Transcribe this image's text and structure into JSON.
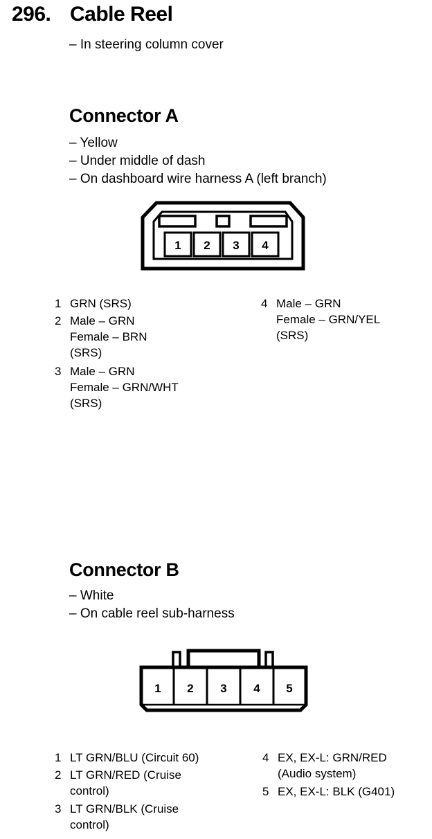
{
  "header": {
    "number": "296.",
    "title": "Cable Reel"
  },
  "location_note": "– In steering column cover",
  "connector_a": {
    "heading": "Connector A",
    "notes": [
      "– Yellow",
      "– Under middle of dash",
      "– On dashboard wire harness A (left branch)"
    ],
    "pin_labels": [
      "1",
      "2",
      "3",
      "4"
    ],
    "pins": [
      {
        "num": "1",
        "lines": [
          "GRN (SRS)"
        ]
      },
      {
        "num": "2",
        "lines": [
          "Male – GRN",
          "Female – BRN",
          "(SRS)"
        ]
      },
      {
        "num": "3",
        "lines": [
          "Male – GRN",
          "Female – GRN/WHT",
          "(SRS)"
        ]
      },
      {
        "num": "4",
        "lines": [
          "Male – GRN",
          "Female – GRN/YEL",
          "(SRS)"
        ]
      }
    ]
  },
  "connector_b": {
    "heading": "Connector B",
    "notes": [
      "– White",
      "– On cable reel sub-harness"
    ],
    "pin_labels": [
      "1",
      "2",
      "3",
      "4",
      "5"
    ],
    "pins": [
      {
        "num": "1",
        "lines": [
          "LT GRN/BLU (Circuit 60)"
        ]
      },
      {
        "num": "2",
        "lines": [
          "LT GRN/RED (Cruise",
          "control)"
        ]
      },
      {
        "num": "3",
        "lines": [
          "LT GRN/BLK (Cruise",
          "control)"
        ]
      },
      {
        "num": "4",
        "lines": [
          "EX, EX-L: GRN/RED",
          "(Audio system)"
        ]
      },
      {
        "num": "5",
        "lines": [
          "EX, EX-L: BLK (G401)"
        ]
      }
    ]
  }
}
